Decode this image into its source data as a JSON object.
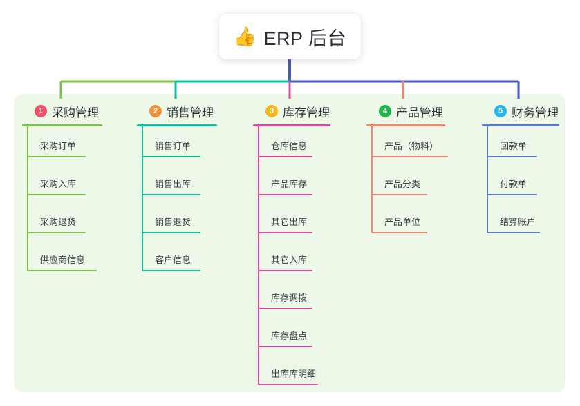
{
  "diagram": {
    "type": "org-tree",
    "background": "#ffffff",
    "panel_color": "#eef8e8",
    "root": {
      "icon": "thumbs-up-icon",
      "emoji": "👍",
      "title": "ERP 后台",
      "stem_color": "#4a56c0"
    },
    "trunk": {
      "segments": [
        {
          "color": "#7ec24a"
        },
        {
          "color": "#10bfa0"
        },
        {
          "color": "#4a56c0"
        }
      ]
    },
    "columns": [
      {
        "number": "1",
        "title": "采购管理",
        "badge_color": "#f2516a",
        "line_color": "#7ec24a",
        "drop_color": "#7ec24a",
        "items": [
          {
            "label": "采购订单"
          },
          {
            "label": "采购入库"
          },
          {
            "label": "采购退货"
          },
          {
            "label": "供应商信息"
          }
        ]
      },
      {
        "number": "2",
        "title": "销售管理",
        "badge_color": "#f0923c",
        "line_color": "#10bfa0",
        "drop_color": "#10bfa0",
        "items": [
          {
            "label": "销售订单"
          },
          {
            "label": "销售出库"
          },
          {
            "label": "销售退货"
          },
          {
            "label": "客户信息"
          }
        ]
      },
      {
        "number": "3",
        "title": "库存管理",
        "badge_color": "#f5b721",
        "line_color": "#e0479e",
        "drop_color": "#e0479e",
        "items": [
          {
            "label": "仓库信息"
          },
          {
            "label": "产品库存"
          },
          {
            "label": "其它出库"
          },
          {
            "label": "其它入库"
          },
          {
            "label": "库存调拨"
          },
          {
            "label": "库存盘点"
          },
          {
            "label": "出库库明细"
          }
        ]
      },
      {
        "number": "4",
        "title": "产品管理",
        "badge_color": "#22b84c",
        "line_color": "#f4836f",
        "drop_color": "#f4836f",
        "items": [
          {
            "label": "产品（物料）"
          },
          {
            "label": "产品分类"
          },
          {
            "label": "产品单位"
          }
        ]
      },
      {
        "number": "5",
        "title": "财务管理",
        "badge_color": "#2bb4e8",
        "line_color": "#5a79d0",
        "drop_color": "#4a56c0",
        "items": [
          {
            "label": "回款单"
          },
          {
            "label": "付款单"
          },
          {
            "label": "结算账户"
          }
        ]
      }
    ]
  }
}
